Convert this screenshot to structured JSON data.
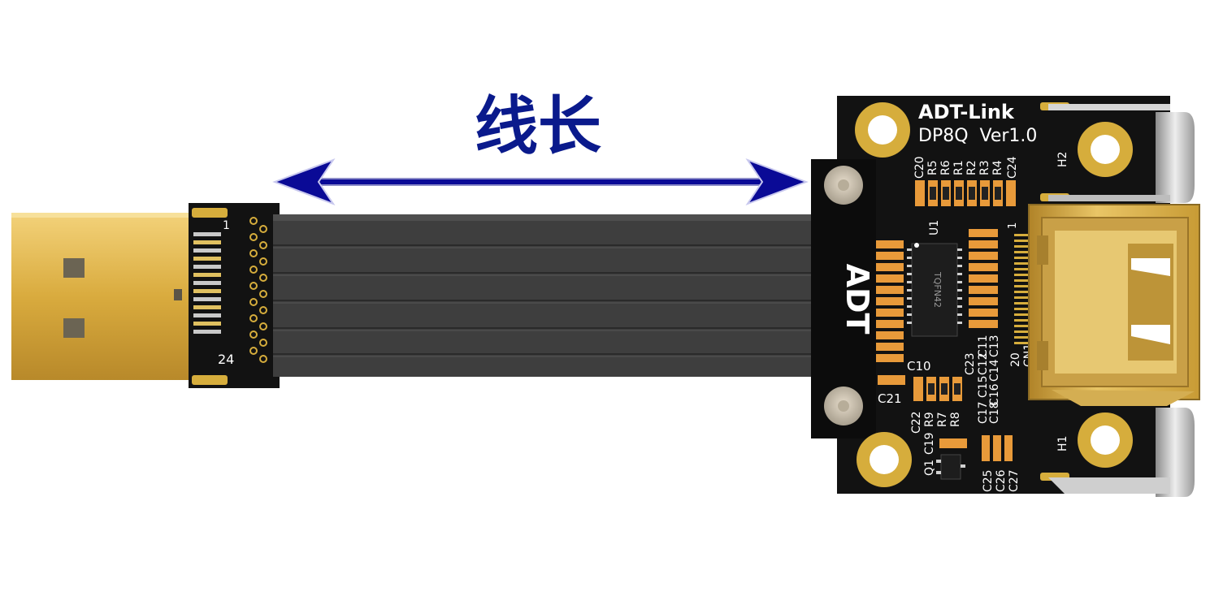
{
  "heading": {
    "length_label": "线长"
  },
  "plug_board": {
    "pin_first": "1",
    "pin_last": "24"
  },
  "main_board": {
    "brand": "ADT-Link",
    "model": "DP8Q  Ver1.0",
    "side_logo": "ADT",
    "chip_label": "U1",
    "chip_marking": "TQFN42",
    "connector_pin_first": "1",
    "connector_pin_last": "20",
    "connector_ref": "CN1",
    "hole_top": "H2",
    "hole_bottom": "H1",
    "top_refs": [
      "C20",
      "R5",
      "R6",
      "R1",
      "R2",
      "R3",
      "R4",
      "C24"
    ],
    "cap_c10": "C10",
    "cap_c21": "C21",
    "middle_col_refs": [
      "C23",
      "C11",
      "C12",
      "C13",
      "C14",
      "C15",
      "C16",
      "C17",
      "C18"
    ],
    "bottom_refs": [
      "C22",
      "R9",
      "R7",
      "R8"
    ],
    "q_refs": [
      "Q1",
      "C19"
    ],
    "bottom_caps": [
      "C25",
      "C26",
      "C27"
    ]
  },
  "colors": {
    "arrow": "#0a0a96",
    "text_fill": "#0a1a8c",
    "pcb": "#121212",
    "gold": "#d6ad3c",
    "cable": "#3e3e3e",
    "silkscreen": "#ffffff"
  }
}
